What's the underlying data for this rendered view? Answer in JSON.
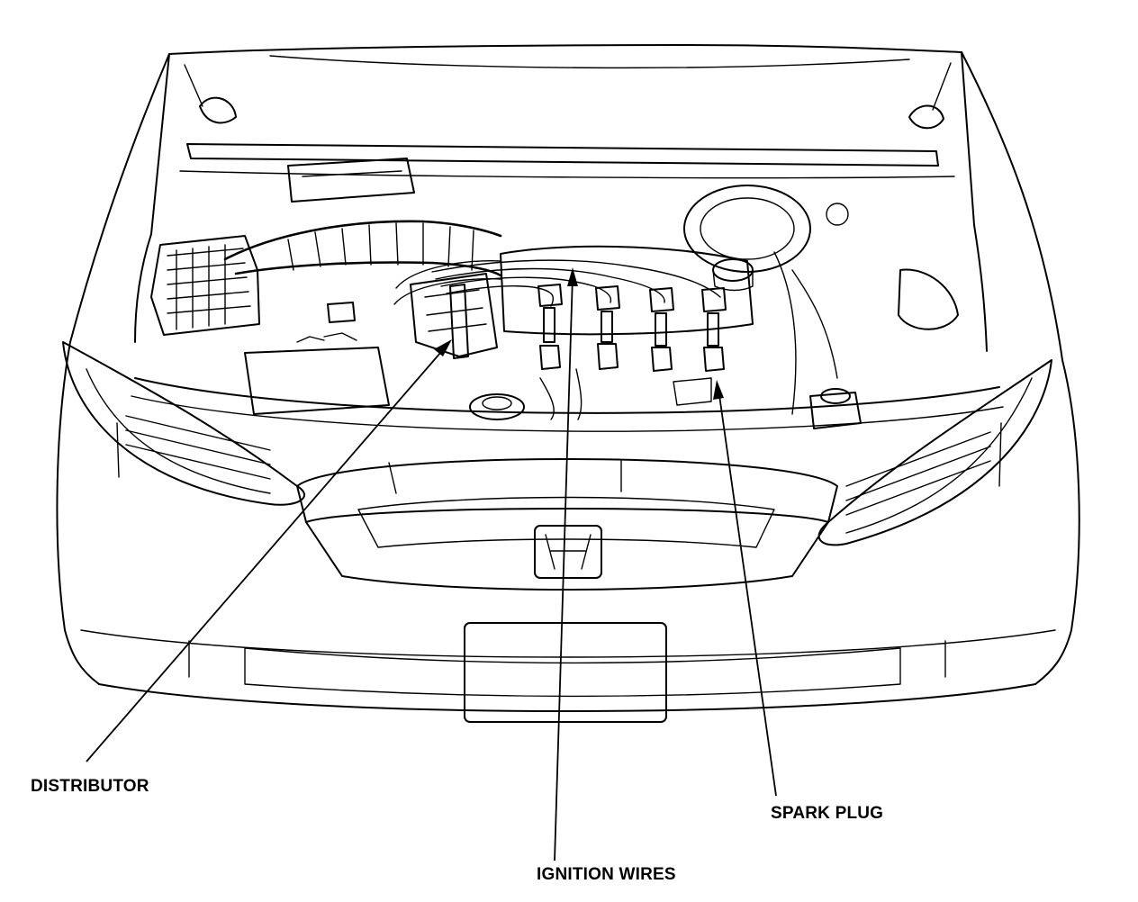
{
  "labels": {
    "distributor": "DISTRIBUTOR",
    "ignition_wires": "IGNITION WIRES",
    "spark_plug": "SPARK PLUG"
  },
  "colors": {
    "ink": "#000000",
    "paper": "#ffffff"
  }
}
